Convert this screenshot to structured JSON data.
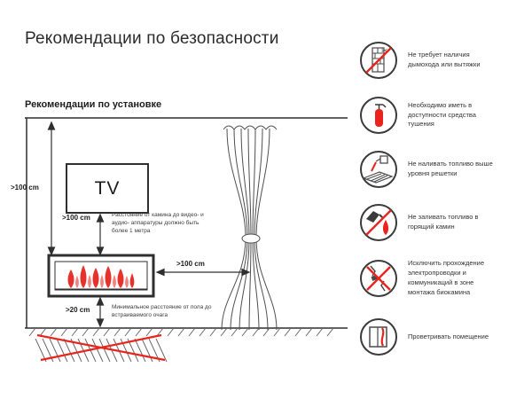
{
  "header": {
    "title": "Рекомендации по безопасности",
    "subtitle": "Рекомендации по установке"
  },
  "diagram": {
    "tv_label": "TV",
    "dims": {
      "left": ">100 cm",
      "tv": ">100 cm",
      "curtain": ">100 cm",
      "floor": ">20 cm"
    },
    "notes": {
      "tv": "Расстояние от камина до видео- и аудио- аппаратуры должно быть более 1 метра",
      "floor": "Минимальное расстояние от пола до встраиваемого очага"
    }
  },
  "safety": {
    "items": [
      {
        "icon": "no-chimney-icon",
        "text": "Не требует наличия дымохода или вытяжки"
      },
      {
        "icon": "extinguisher-icon",
        "text": "Необходимо иметь в доступности средства тушения"
      },
      {
        "icon": "no-fuel-above-grate-icon",
        "text": "Не наливать топливо выше уровня решетки"
      },
      {
        "icon": "no-refuel-burning-icon",
        "text": "Не заливать топливо в горящий камин"
      },
      {
        "icon": "no-wiring-icon",
        "text": "Исключить прохождение электропроводки и коммуникаций в зоне монтажа биокамина"
      },
      {
        "icon": "ventilate-icon",
        "text": "Проветривать помещение"
      }
    ]
  },
  "icons": {
    "scissors_glyph": "✂"
  },
  "colors": {
    "accent_red": "#e8241c",
    "flame_red": "#e8312a",
    "flame_light": "#f2827c",
    "line_dark": "#2f2f2f"
  }
}
